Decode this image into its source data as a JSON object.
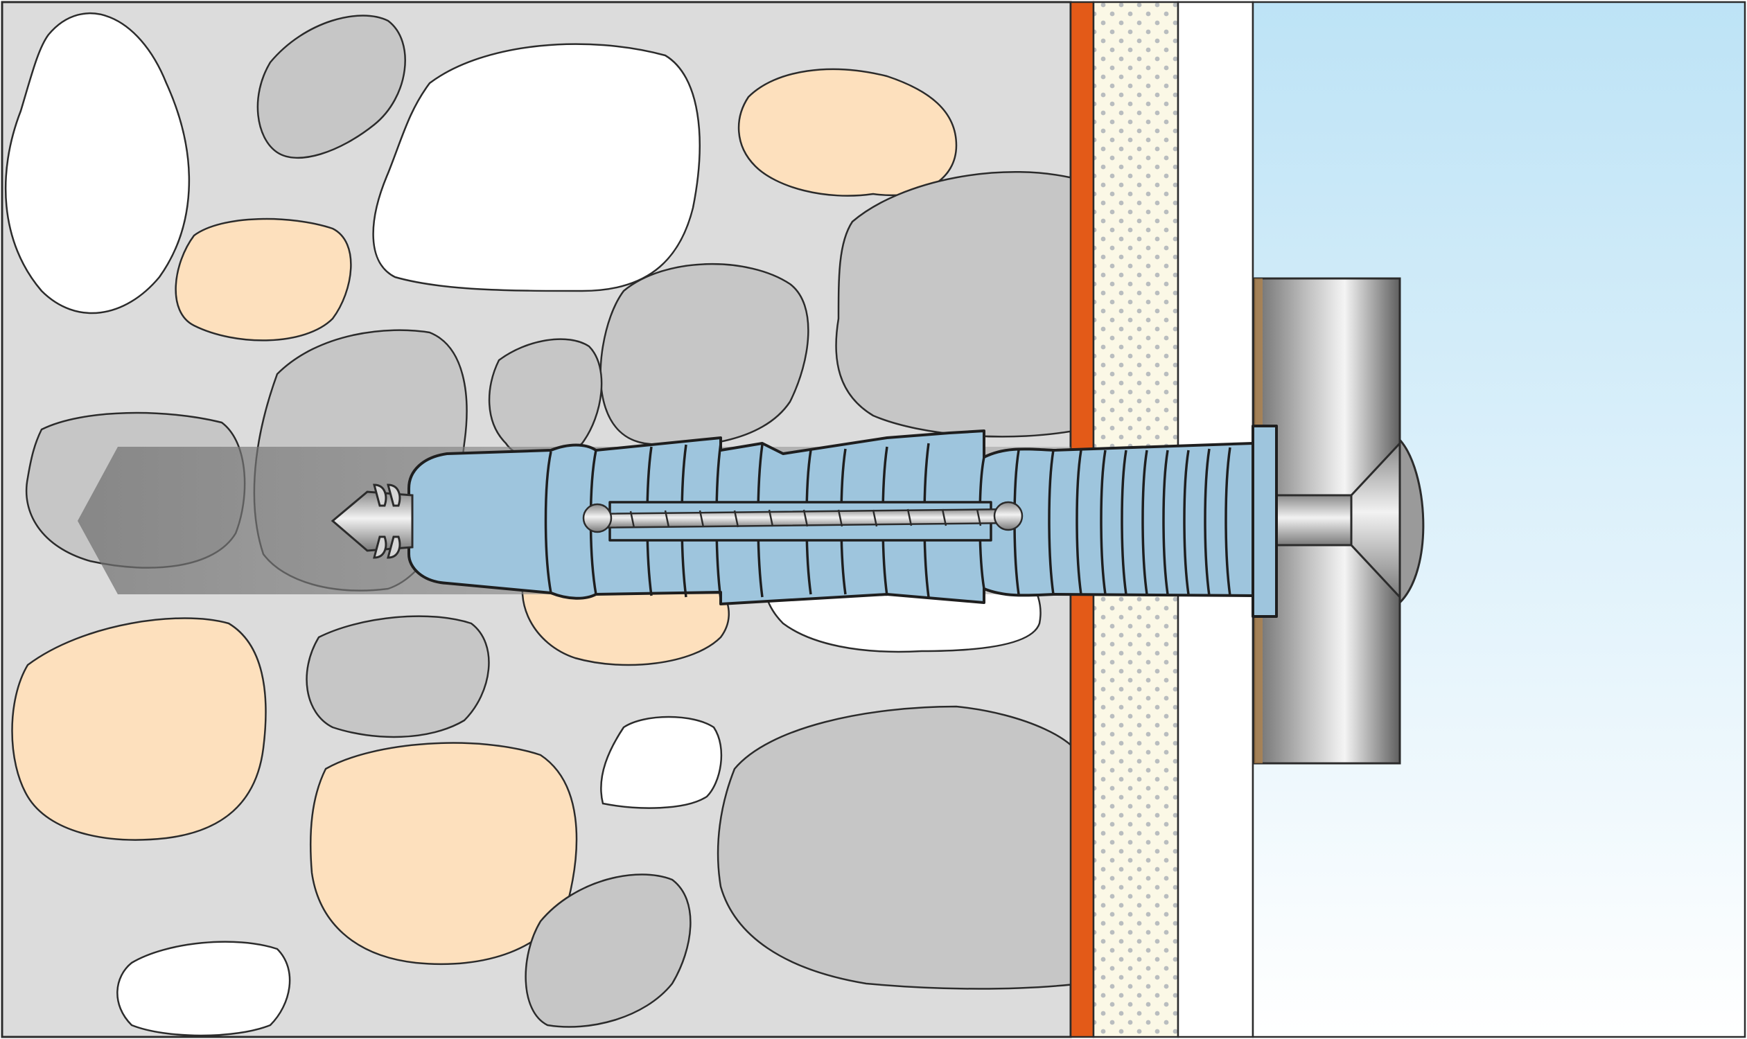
{
  "diagram": {
    "labels": [],
    "layers": [
      {
        "name": "concrete-base",
        "color": "#dcdcdc"
      },
      {
        "name": "adhesive-layer",
        "color": "#e35a18"
      },
      {
        "name": "plaster-layer",
        "color": "#fbf8e6"
      },
      {
        "name": "white-board",
        "color": "#ffffff"
      },
      {
        "name": "sky-panel",
        "color_top": "#bde3f6",
        "color_bottom": "#ffffff"
      }
    ],
    "aggregate_colors": {
      "white": "#ffffff",
      "gray": "#c6c6c6",
      "peach": "#fde0bd"
    },
    "anchor": {
      "plug_color": "#9ec5dd",
      "plug_outline": "#1e1e1e",
      "screw_color": "#c9c9c9",
      "drill_hole_color": "#7f7f7f",
      "bracket_color": "#a9a9a9"
    },
    "outline_color": "#2b2b2b"
  }
}
